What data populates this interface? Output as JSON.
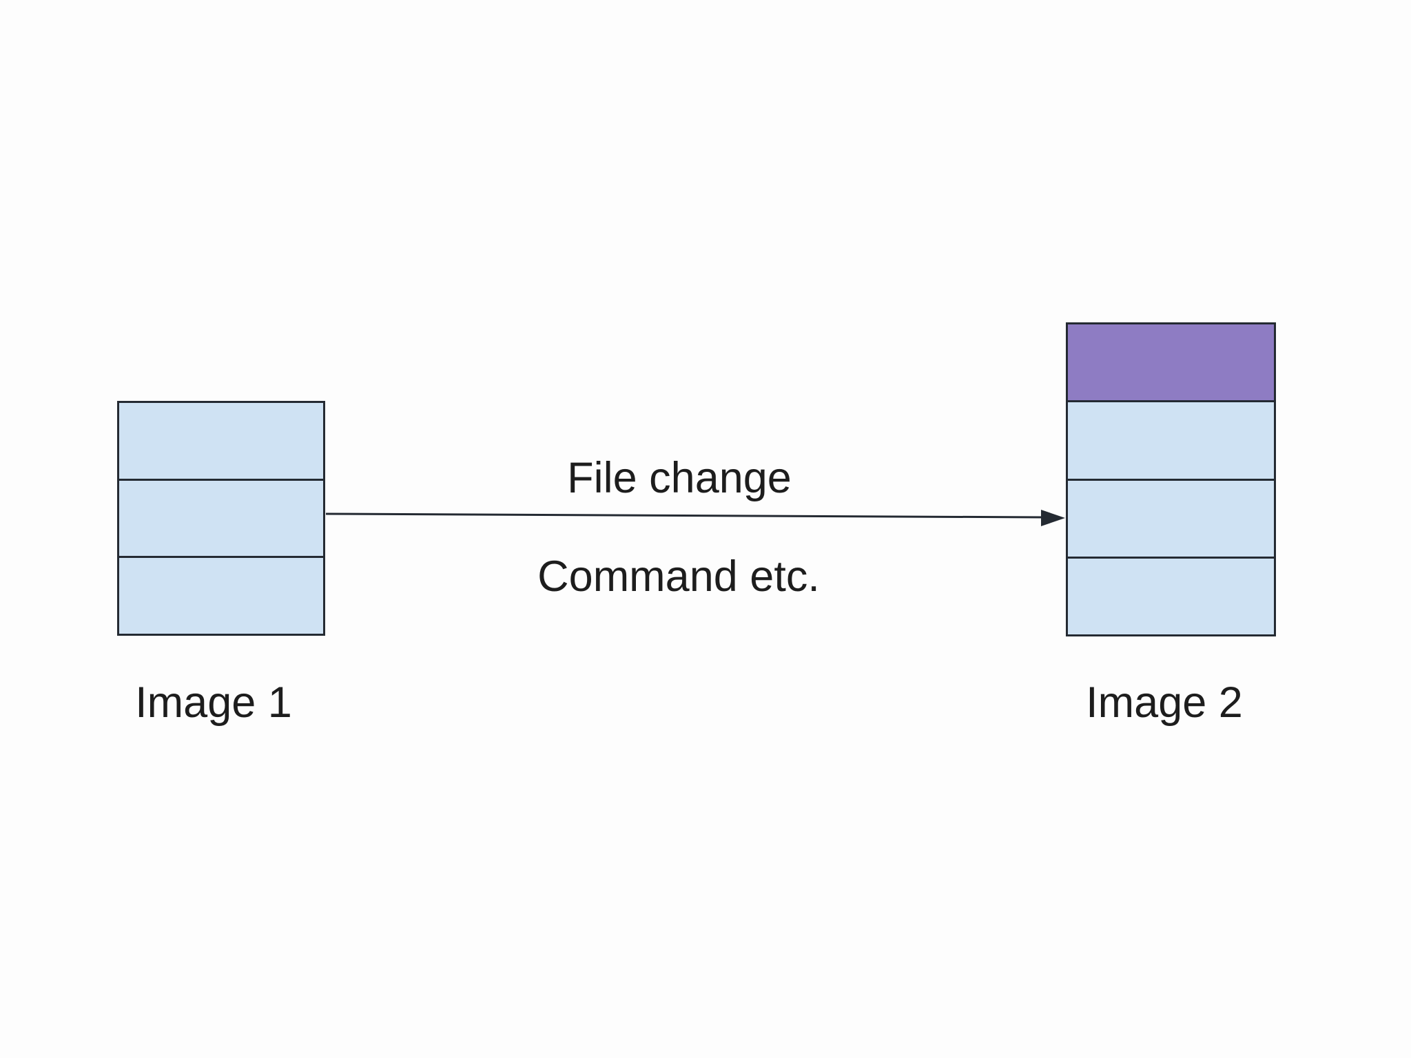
{
  "arrow": {
    "label_top": "File change",
    "label_bottom": "Command etc."
  },
  "stacks": [
    {
      "label": "Image 1",
      "layers": [
        "blue",
        "blue",
        "blue"
      ]
    },
    {
      "label": "Image 2",
      "layers": [
        "purple",
        "blue",
        "blue",
        "blue"
      ]
    }
  ],
  "colors": {
    "blue": "#cfe2f3",
    "purple": "#8e7cc3",
    "stroke": "#242a32",
    "text": "#1d1d1d",
    "background": "#fdfdfd"
  }
}
